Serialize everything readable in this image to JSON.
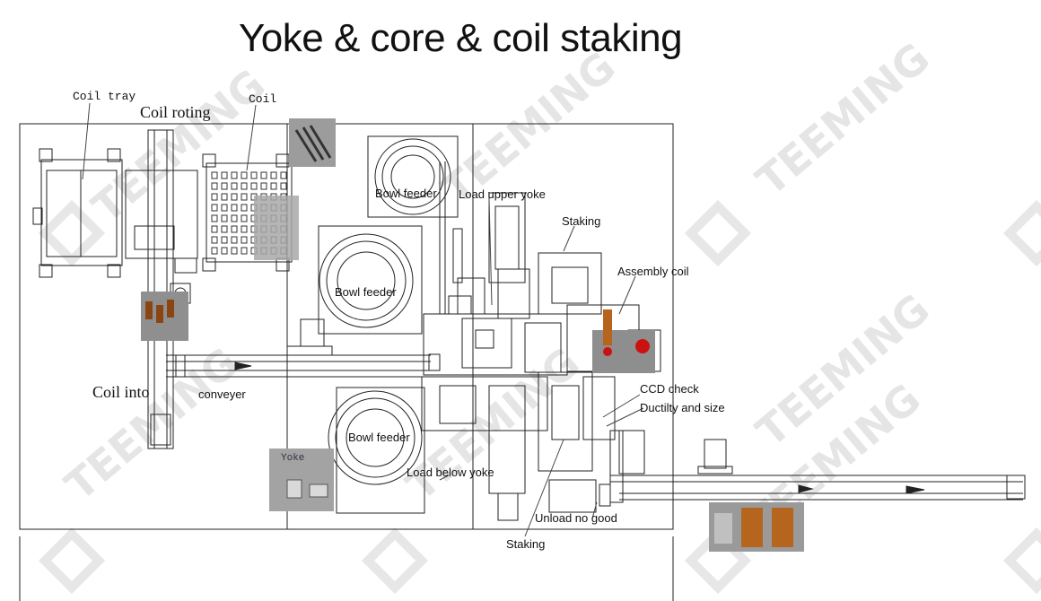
{
  "title": "Yoke & core & coil staking",
  "labels": {
    "coil_tray": "Coil tray",
    "coil_roting": "Coil roting",
    "coil": "Coil",
    "coil_into": "Coil into",
    "conveyer": "conveyer",
    "bowl_feeder_1": "Bowl feeder",
    "bowl_feeder_2": "Bowl feeder",
    "bowl_feeder_3": "Bowl feeder",
    "load_upper_yoke": "Load upper yoke",
    "staking_top": "Staking",
    "assembly_coil": "Assembly coil",
    "ccd_check": "CCD check",
    "ductility_size": "Ductilty and size",
    "load_below_yoke": "Load below yoke",
    "unload_no_good": "Unload no good",
    "staking_bottom": "Staking",
    "yoke_photo": "Yoke"
  },
  "watermark": {
    "text": "TEEMING",
    "color": "#c8c8c8"
  },
  "colors": {
    "line": "#222222",
    "photo": "#9a9a9a",
    "copper": "#b5651d",
    "red": "#cc1111"
  }
}
